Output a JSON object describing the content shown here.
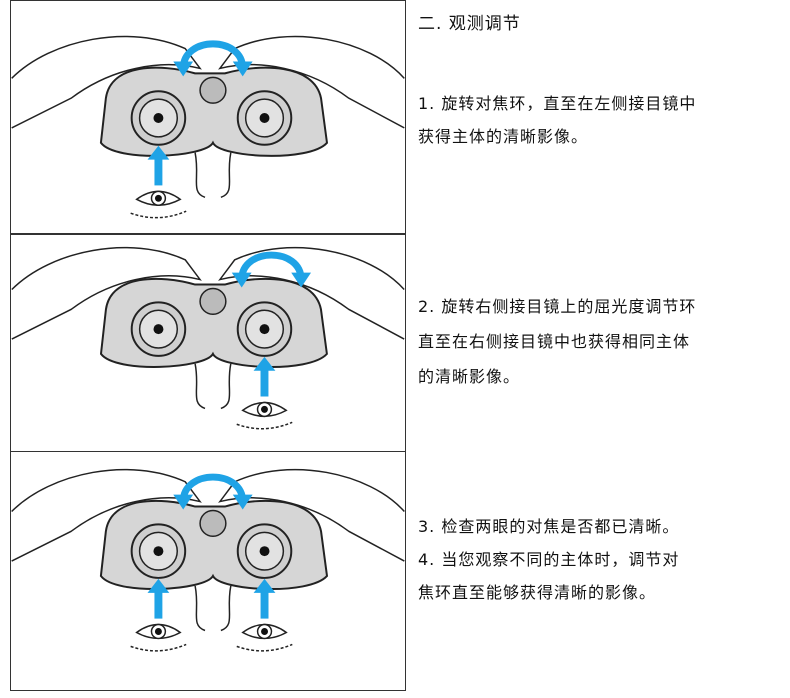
{
  "heading": "二. 观测调节",
  "steps": [
    {
      "lines": [
        "1.  旋转对焦环，直至在左侧接目镜中",
        "获得主体的清晰影像。"
      ]
    },
    {
      "lines": [
        "2.  旋转右侧接目镜上的屈光度调节环",
        "直至在右侧接目镜中也获得相同主体",
        "的清晰影像。"
      ]
    },
    {
      "lines": [
        "3.    检查两眼的对焦是否都已清晰。"
      ]
    },
    {
      "lines": [
        "4.    当您观察不同的主体时，调节对",
        "焦环直至能够获得清晰的影像。"
      ]
    }
  ],
  "colors": {
    "arrow": "#1fa3e6",
    "outline": "#222222",
    "body": "#d6d6d6"
  },
  "illustrations": [
    {
      "rotate_arrow": "center-focus-wheel",
      "eyes": [
        "left"
      ]
    },
    {
      "rotate_arrow": "right-diopter",
      "eyes": [
        "right"
      ]
    },
    {
      "rotate_arrow": "center-focus-wheel",
      "eyes": [
        "left",
        "right"
      ]
    }
  ]
}
